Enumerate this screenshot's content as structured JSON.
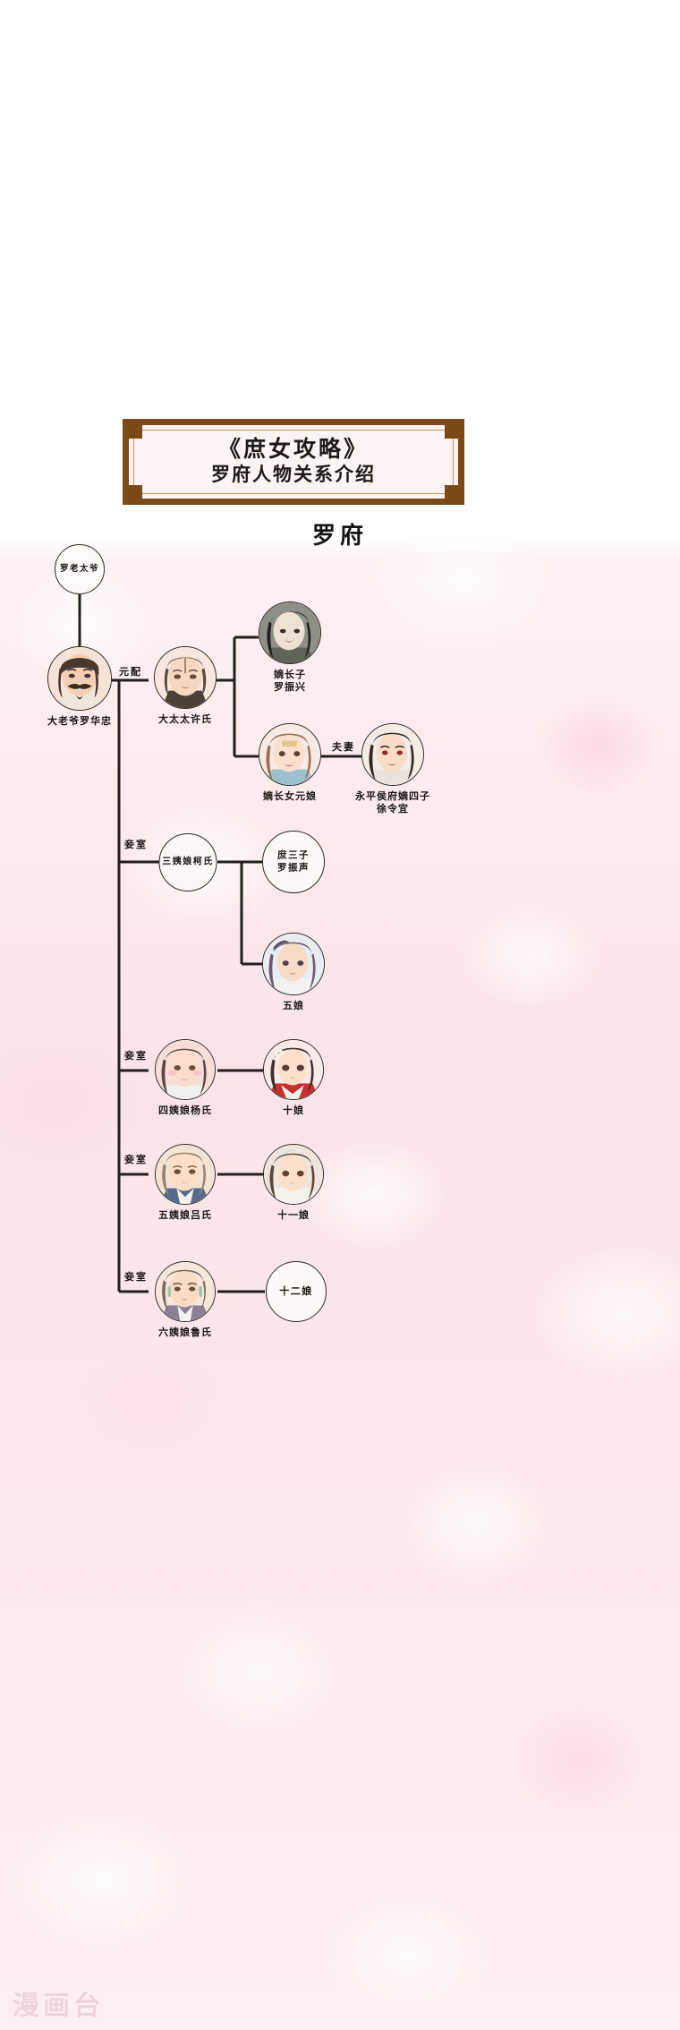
{
  "poster": {
    "title_main": "《庶女攻略》",
    "title_sub": "罗府人物关系介绍",
    "house_heading": "罗府",
    "watermark": "漫画台"
  },
  "relations": {
    "primary_wife": "元配",
    "concubine": "妾室",
    "married_couple": "夫妻"
  },
  "nodes": {
    "grandfather": {
      "label": "罗老太爷",
      "caption": "",
      "has_portrait": false
    },
    "master": {
      "label": "",
      "caption": "大老爷罗华忠",
      "has_portrait": true
    },
    "madam": {
      "label": "",
      "caption": "大太太许氏",
      "has_portrait": true
    },
    "eldest_son": {
      "label": "",
      "caption": "嫡长子\n罗振兴",
      "caption_line1": "嫡长子",
      "caption_line2": "罗振兴",
      "has_portrait": true
    },
    "eldest_daughter": {
      "label": "",
      "caption": "嫡长女元娘",
      "has_portrait": true
    },
    "son_in_law": {
      "label": "",
      "caption_line1": "永平侯府嫡四子",
      "caption_line2": "徐令宜",
      "has_portrait": true
    },
    "concubine_three": {
      "label": "三姨娘柯氏",
      "caption": "",
      "has_portrait": false
    },
    "third_son": {
      "label_line1": "庶三子",
      "label_line2": "罗振声",
      "caption": "",
      "has_portrait": false
    },
    "fifth_daughter": {
      "label": "",
      "caption": "五娘",
      "has_portrait": true
    },
    "concubine_four": {
      "label": "",
      "caption": "四姨娘杨氏",
      "has_portrait": true
    },
    "tenth_daughter": {
      "label": "",
      "caption": "十娘",
      "has_portrait": true
    },
    "concubine_five": {
      "label": "",
      "caption": "五姨娘吕氏",
      "has_portrait": true
    },
    "eleventh_daughter": {
      "label": "",
      "caption": "十一娘",
      "has_portrait": true
    },
    "concubine_six": {
      "label": "",
      "caption": "六姨娘鲁氏",
      "has_portrait": true
    },
    "twelfth_daughter": {
      "label": "十二娘",
      "caption": "",
      "has_portrait": false
    }
  },
  "colors": {
    "frame_border": "#7b4a18",
    "frame_inner_rule": "#c79a4e",
    "connector_line": "#221f1c",
    "background_pink": "#fbe9ec",
    "text": "#1a1715"
  }
}
